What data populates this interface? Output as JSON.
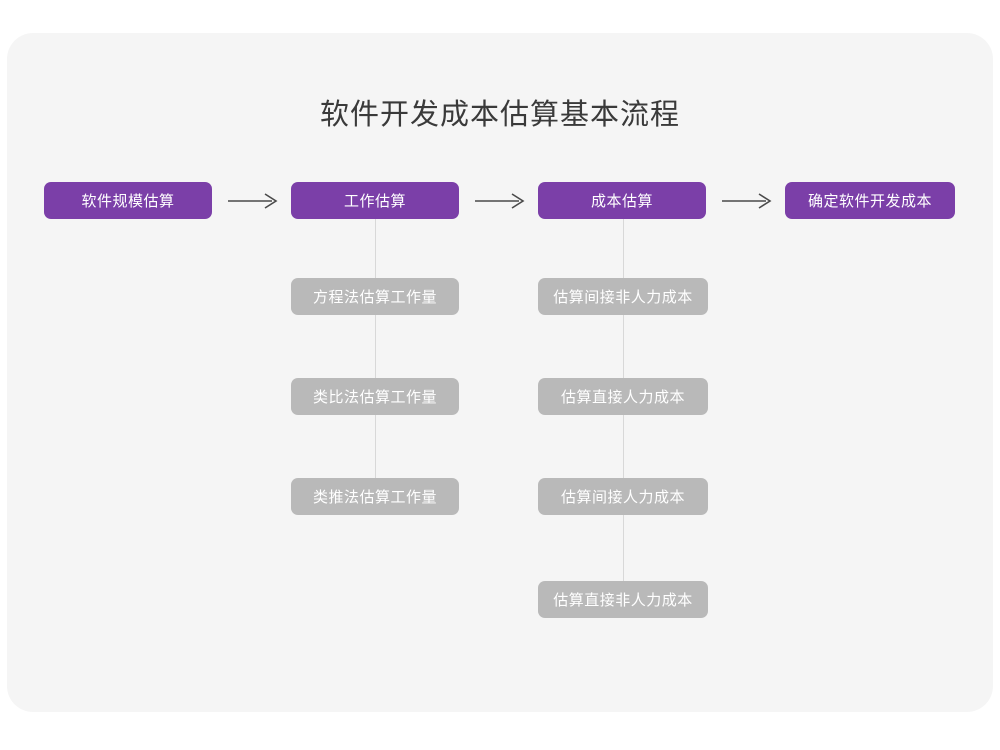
{
  "diagram": {
    "title": "软件开发成本估算基本流程",
    "colors": {
      "page_background": "#ffffff",
      "card_background": "#f5f5f5",
      "primary_node": "#7b3fa8",
      "sub_node": "#b9b9b9",
      "node_text": "#ffffff",
      "title_text": "#3a3a3a",
      "connector": "#d8d8d8",
      "arrow": "#4a4a4a"
    },
    "main_flow": [
      {
        "label": "软件规模估算"
      },
      {
        "label": "工作估算"
      },
      {
        "label": "成本估算"
      },
      {
        "label": "确定软件开发成本"
      }
    ],
    "arrows": [
      {
        "name": "arrow-1",
        "glyph": "arrow-right-icon"
      },
      {
        "name": "arrow-2",
        "glyph": "arrow-right-icon"
      },
      {
        "name": "arrow-3",
        "glyph": "arrow-right-icon"
      }
    ],
    "branch_work_estimation": [
      {
        "label": "方程法估算工作量"
      },
      {
        "label": "类比法估算工作量"
      },
      {
        "label": "类推法估算工作量"
      }
    ],
    "branch_cost_estimation": [
      {
        "label": "估算间接非人力成本"
      },
      {
        "label": "估算直接人力成本"
      },
      {
        "label": "估算间接人力成本"
      },
      {
        "label": "估算直接非人力成本"
      }
    ]
  }
}
